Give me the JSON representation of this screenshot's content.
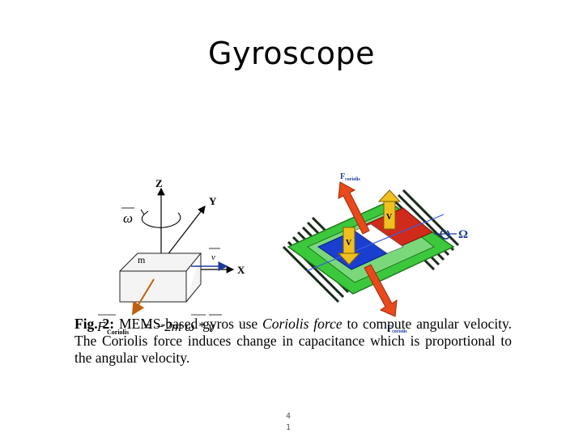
{
  "slide": {
    "title": "Gyroscope",
    "page_number_line1": "4",
    "page_number_line2": "1"
  },
  "left_diagram": {
    "axis_z": "Z",
    "axis_y": "Y",
    "axis_x": "X",
    "omega": "ω",
    "mass": "m",
    "velocity": "v",
    "formula_lhs": "F",
    "formula_sub": "Coriolis",
    "formula_rhs": "= −2m ω * v"
  },
  "right_diagram": {
    "f_top": "F",
    "f_top_sub": "coriolis",
    "f_bottom": "F",
    "f_bottom_sub": "coriolis",
    "v_label_1": "V",
    "v_label_2": "V",
    "omega_cap": "Ω"
  },
  "caption": {
    "fig_label": "Fig. 2:",
    "text_a": "MEMS-based gyros use",
    "emph": "Coriolis force",
    "text_b": "to compute angular velocity. The Coriolis force induces change in capacitance which is proportional to the angular velocity."
  },
  "colors": {
    "orange_arrow": "#d2691e",
    "red_arrow": "#e84a1c",
    "green_frame": "#3cc83c",
    "blue_mass": "#1a3fd0",
    "yellow_arrow": "#f0c020"
  }
}
